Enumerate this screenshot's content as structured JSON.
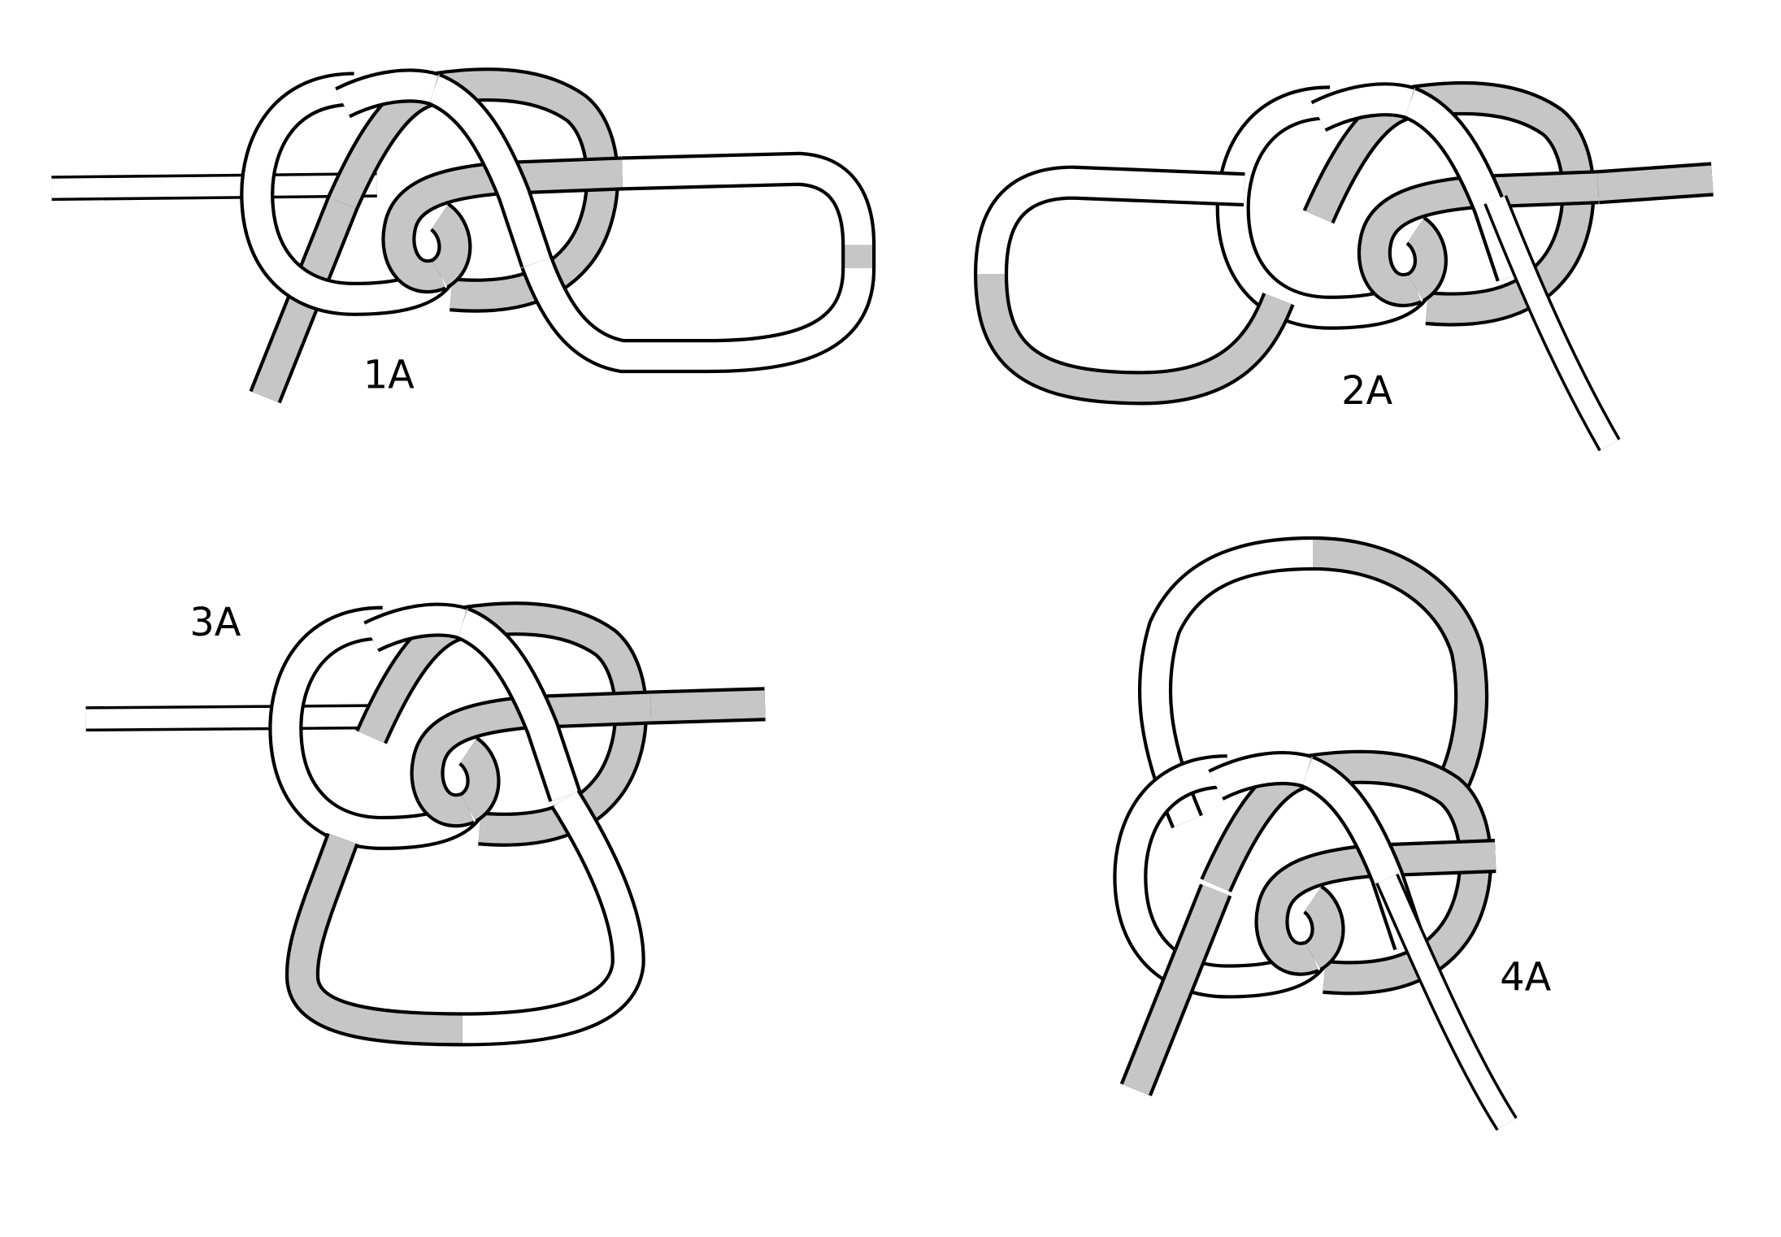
{
  "labels": {
    "step1": "1A",
    "step2": "2A",
    "step3": "3A",
    "step4": "4A"
  },
  "colors": {
    "rope_white": "#ffffff",
    "rope_gray": "#c6c6c6",
    "outline": "#000000"
  }
}
